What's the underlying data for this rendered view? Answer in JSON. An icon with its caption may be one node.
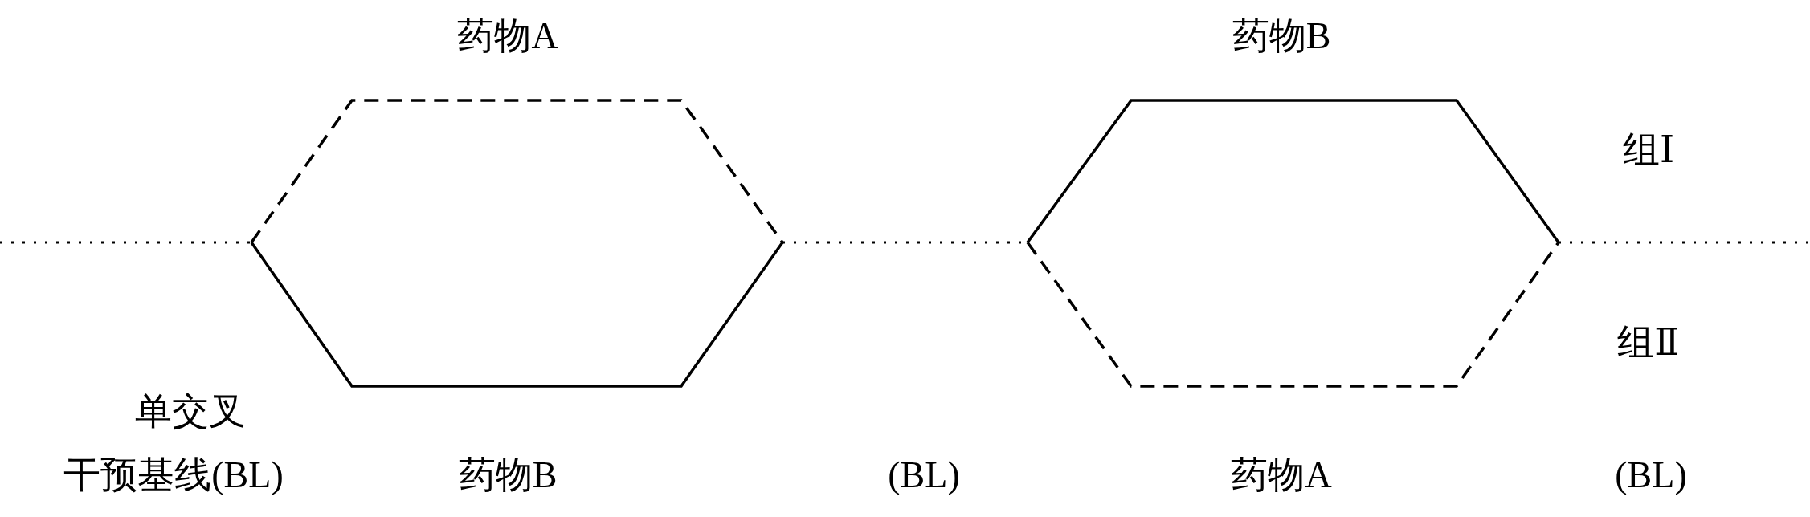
{
  "diagram": {
    "labels": [
      "药物A",
      "药物B",
      "组Ⅰ",
      "组Ⅱ",
      "单交叉",
      "干预基线(BL)",
      "药物B",
      "(BL)",
      "药物A",
      "(BL)"
    ]
  }
}
